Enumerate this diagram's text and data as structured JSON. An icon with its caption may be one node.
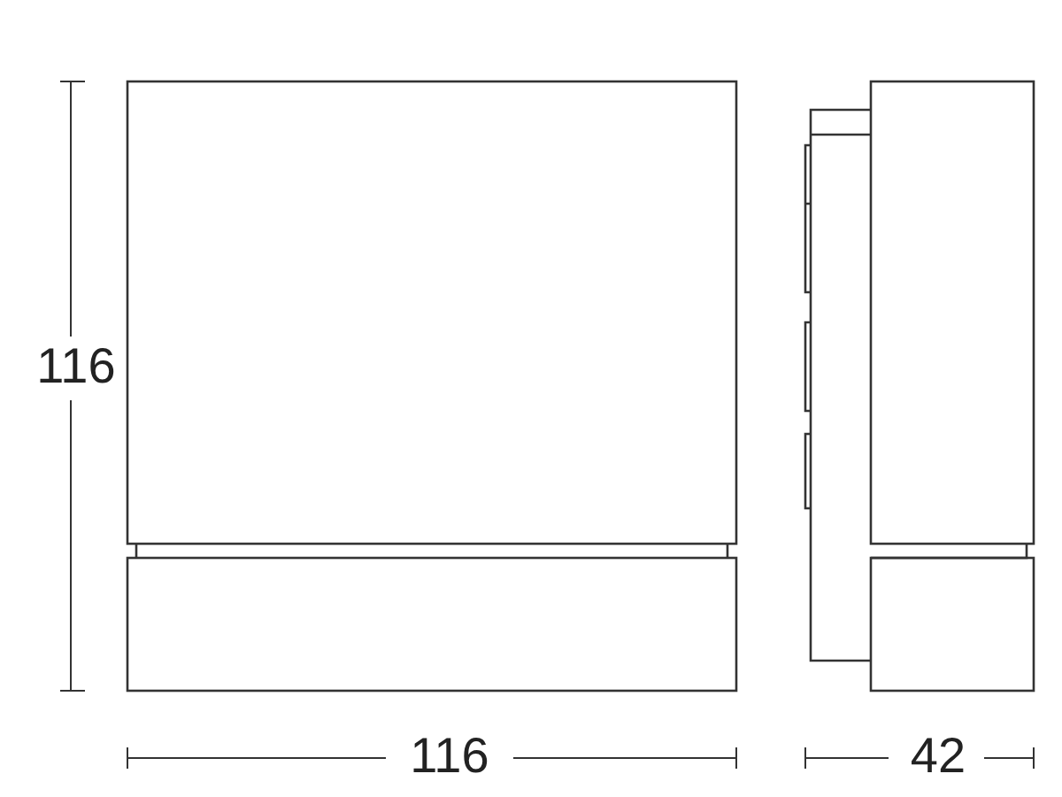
{
  "diagram": {
    "labels": [
      "116",
      "116",
      "42"
    ]
  }
}
